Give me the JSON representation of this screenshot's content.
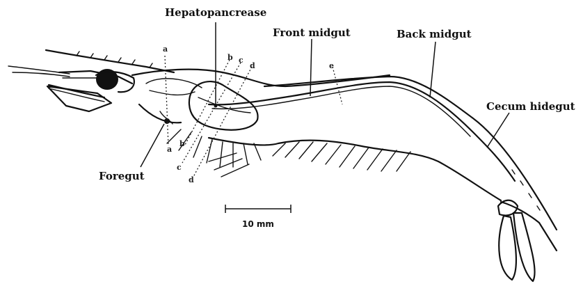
{
  "labels": {
    "hepatopancreas": "Hepatopancrease",
    "front_midgut": "Front midgut",
    "back_midgut": "Back midgut",
    "cecum_hindgut": "Cecum hidegut",
    "foregut": "Foregut"
  },
  "section_letters": {
    "a_top": "a",
    "b_top": "b",
    "c_top": "c",
    "d_top": "d",
    "e_top": "e",
    "a_bottom": "a",
    "b_bottom": "b",
    "c_bottom": "c",
    "d_bottom": "d"
  },
  "scale_bar": {
    "label": "10 mm"
  }
}
